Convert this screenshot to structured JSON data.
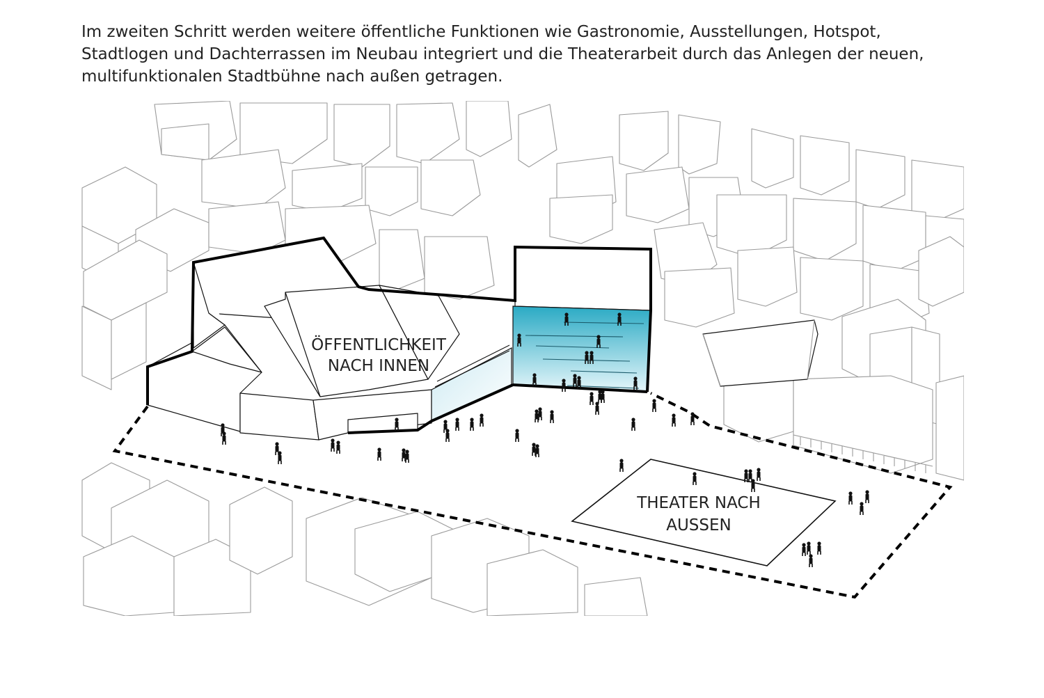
{
  "caption": {
    "line1": "Im zweiten Schritt werden weitere öffentliche Funktionen wie Gastronomie, Ausstellungen, Hotspot,",
    "line2": "Stadtlogen und Dachterrassen im Neubau integriert und die Theaterarbeit durch das Anlegen der neuen,",
    "line3": "multifunktionalen Stadtbühne nach außen getragen."
  },
  "labels": {
    "inner_line1": "ÖFFENTLICHKEIT",
    "inner_line2": "NACH INNEN",
    "outer_line1": "THEATER NACH",
    "outer_line2": "AUSSEN"
  },
  "colors": {
    "glass_top": "#2aaac4",
    "glass_bottom": "#e6f6fa",
    "context_stroke": "#9a9a9a",
    "outline": "#000000"
  }
}
